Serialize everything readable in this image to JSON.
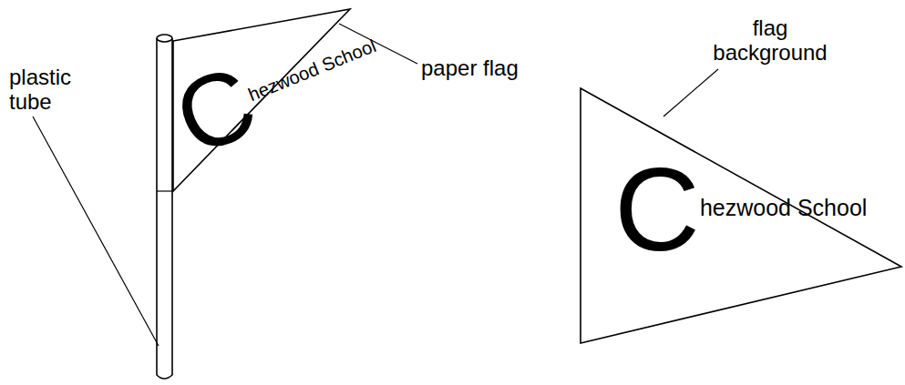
{
  "diagram": {
    "nodes": [
      {
        "text": [
          "Chezwood School"
        ]
      },
      {
        "text": [
          "Chezwood School"
        ]
      }
    ],
    "labels": [
      "paper flag",
      "plastic tube",
      "flag background"
    ]
  }
}
